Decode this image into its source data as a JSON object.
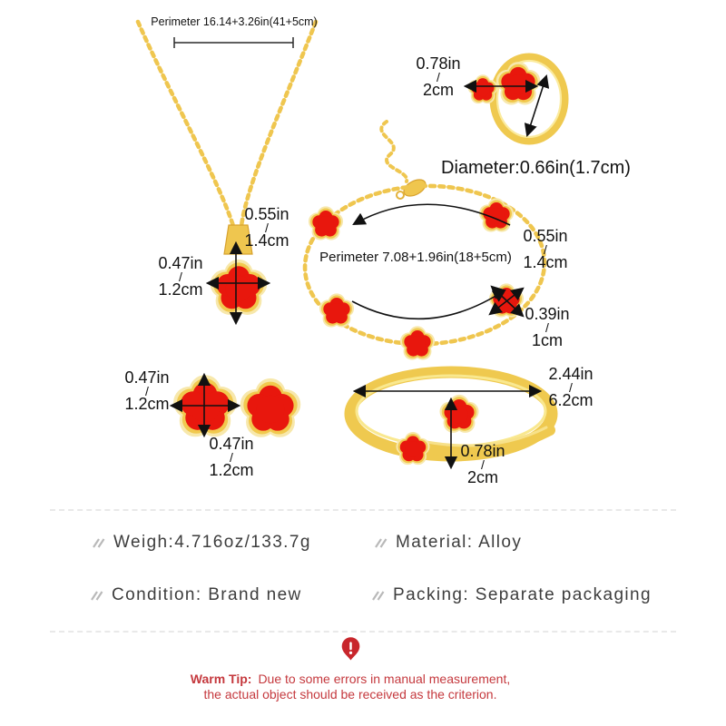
{
  "colors": {
    "gold": "#EFC94F",
    "gold_light": "#F7E8AC",
    "gold_dark": "#D8A22E",
    "flower_red": "#E8170D",
    "tip_red": "#C5393E",
    "divider_gray": "#E9E9E9",
    "spec_gray": "#3D3D3D",
    "arrow_black": "#111111"
  },
  "necklace": {
    "perimeter_label": "Perimeter 16.14+3.26in(41+5cm)",
    "pendant_height": [
      "0.55in",
      "/",
      "1.4cm"
    ],
    "pendant_width": [
      "0.47in",
      "/",
      "1.2cm"
    ]
  },
  "ring": {
    "flower_width": [
      "0.78in",
      "/",
      "2cm"
    ],
    "diameter_label": "Diameter:0.66in(1.7cm)"
  },
  "bracelet": {
    "perimeter_label": "Perimeter 7.08+1.96in(18+5cm)",
    "large_flower": [
      "0.55in",
      "/",
      "1.4cm"
    ],
    "small_flower": [
      "0.39in",
      "/",
      "1cm"
    ]
  },
  "earrings": {
    "width": [
      "0.47in",
      "/",
      "1.2cm"
    ],
    "height": [
      "0.47in",
      "/",
      "1.2cm"
    ]
  },
  "bangle": {
    "width": [
      "2.44in",
      "/",
      "6.2cm"
    ],
    "flower": [
      "0.78in",
      "/",
      "2cm"
    ]
  },
  "specs": [
    {
      "icon": "hatch-icon",
      "text": "Weigh:4.716oz/133.7g"
    },
    {
      "icon": "hatch-icon",
      "text": "Material: Alloy"
    },
    {
      "icon": "hatch-icon",
      "text": "Condition: Brand new"
    },
    {
      "icon": "hatch-icon",
      "text": "Packing: Separate packaging"
    }
  ],
  "warm_tip": {
    "icon": "exclamation-icon",
    "title": "Warm Tip:",
    "line1": "Due to some errors in manual measurement,",
    "line2": "the actual object should be received as the criterion."
  }
}
